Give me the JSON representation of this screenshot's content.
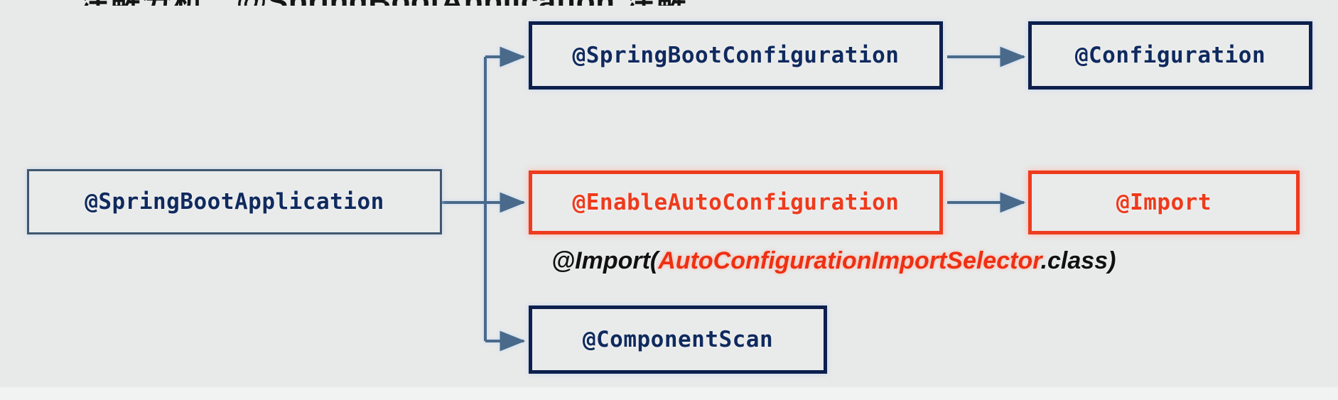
{
  "title": {
    "text": "注解分析：@SpringBootApplication 注解",
    "visible_fragment": "partially cropped heading at top edge"
  },
  "diagram": {
    "type": "annotation-hierarchy",
    "background_color": "#e8e9e9",
    "accent_colors": {
      "navy": "#0d1f4d",
      "slate": "#3f576f",
      "red": "#ee3b1e",
      "arrow_blue": "#4a6b8a",
      "text_navy": "#0f2a5e",
      "text_red": "#ef3a1c",
      "text_black": "#111111"
    },
    "nodes": [
      {
        "id": "springbootapplication",
        "label": "@SpringBootApplication",
        "style": "slate",
        "column": 0,
        "row": 1
      },
      {
        "id": "springbootconfiguration",
        "label": "@SpringBootConfiguration",
        "style": "navy",
        "column": 1,
        "row": 0
      },
      {
        "id": "configuration",
        "label": "@Configuration",
        "style": "navy",
        "column": 2,
        "row": 0
      },
      {
        "id": "enableautoconfiguration",
        "label": "@EnableAutoConfiguration",
        "style": "red",
        "column": 1,
        "row": 1
      },
      {
        "id": "import",
        "label": "@Import",
        "style": "red",
        "column": 2,
        "row": 1
      },
      {
        "id": "componentscan",
        "label": "@ComponentScan",
        "style": "navy",
        "column": 1,
        "row": 2
      }
    ],
    "edges": [
      {
        "from": "springbootapplication",
        "to": "springbootconfiguration"
      },
      {
        "from": "springbootapplication",
        "to": "enableautoconfiguration"
      },
      {
        "from": "springbootapplication",
        "to": "componentscan"
      },
      {
        "from": "springbootconfiguration",
        "to": "configuration"
      },
      {
        "from": "enableautoconfiguration",
        "to": "import"
      }
    ],
    "caption": {
      "prefix": "@Import(",
      "highlight": "AutoConfigurationImportSelector",
      "suffix": ".class)",
      "attached_to": "enableautoconfiguration"
    }
  }
}
